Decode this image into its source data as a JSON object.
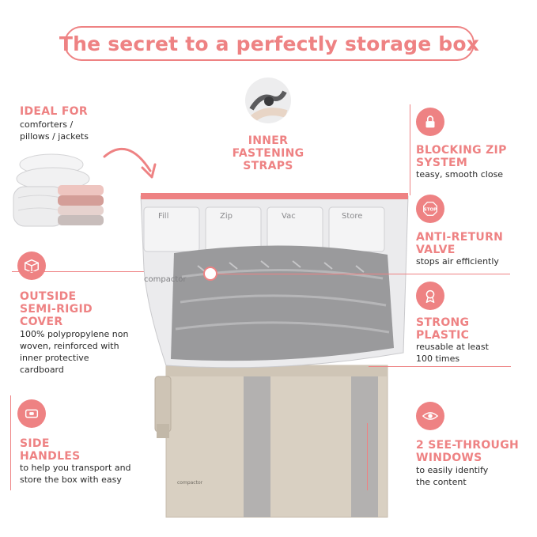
{
  "title": "The secret to a perfectly storage box",
  "left": {
    "ideal": {
      "heading": "IDEAL FOR",
      "lines": [
        "comforters /",
        "pillows / jackets"
      ]
    },
    "cover": {
      "heading": [
        "OUTSIDE",
        "SEMI-RIGID",
        "COVER"
      ],
      "lines": [
        "100% polypropylene non",
        "woven, reinforced with",
        "inner protective",
        "cardboard"
      ]
    },
    "handles": {
      "heading": [
        "SIDE",
        "HANDLES"
      ],
      "lines": [
        "to help you transport and",
        "store the box with easy"
      ]
    }
  },
  "center": {
    "straps": {
      "heading": [
        "INNER",
        "FASTENING",
        "STRAPS"
      ]
    },
    "bag_print": {
      "steps": [
        "Fill",
        "Zip",
        "Vac",
        "Store"
      ],
      "brand": "compactor"
    },
    "box_label": "compactor"
  },
  "right": {
    "zip": {
      "heading": [
        "BLOCKING ZIP",
        "SYSTEM"
      ],
      "lines": [
        "teasy, smooth close"
      ]
    },
    "valve": {
      "heading": [
        "ANTI-RETURN",
        "VALVE"
      ],
      "lines": [
        "stops air efficiently"
      ],
      "icon_text": "STOP"
    },
    "plastic": {
      "heading": [
        "STRONG",
        "PLASTIC"
      ],
      "lines": [
        "reusable at least",
        "100 times"
      ]
    },
    "windows": {
      "heading": [
        "2 SEE-THROUGH",
        "WINDOWS"
      ],
      "lines": [
        "to easily identify",
        "the content"
      ]
    }
  },
  "colors": {
    "accent": "#ee8283",
    "text": "#2a2a2a",
    "box": "#d9d0c2",
    "bag": "#9a9a9c"
  },
  "icons": [
    "padlock-icon",
    "stop-sign-icon",
    "medal-icon",
    "eye-icon",
    "box-icon",
    "handle-icon",
    "arrow-icon"
  ]
}
